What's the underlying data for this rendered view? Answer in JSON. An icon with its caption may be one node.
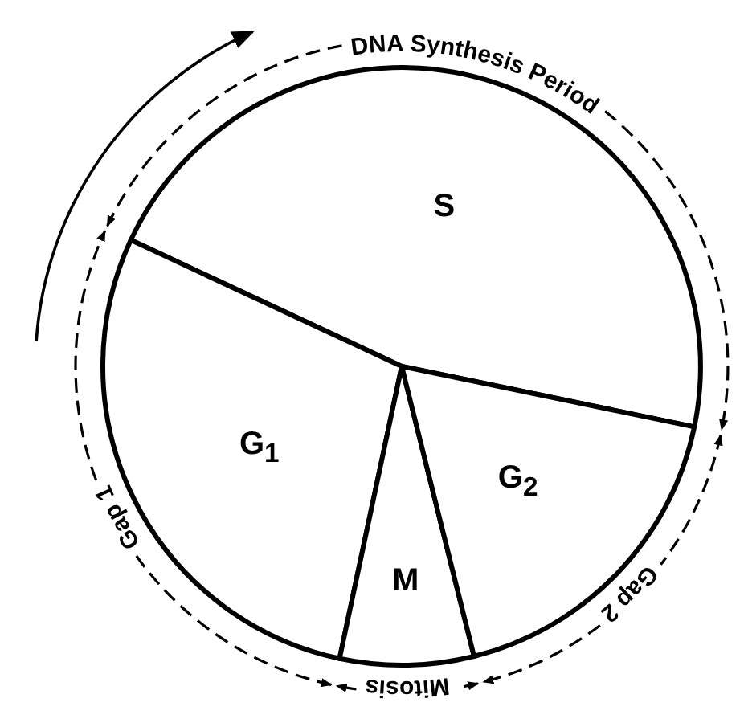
{
  "diagram": {
    "nodes": [
      {
        "text": [
          "S"
        ]
      },
      {
        "text": [
          "G$_{1}$"
        ]
      },
      {
        "text": [
          "M"
        ]
      },
      {
        "text": [
          "G$_{2}$"
        ]
      }
    ],
    "labels": [
      "DNA Synthesis Period",
      "Gap 1",
      "Gap 2",
      "Mitosis"
    ]
  }
}
